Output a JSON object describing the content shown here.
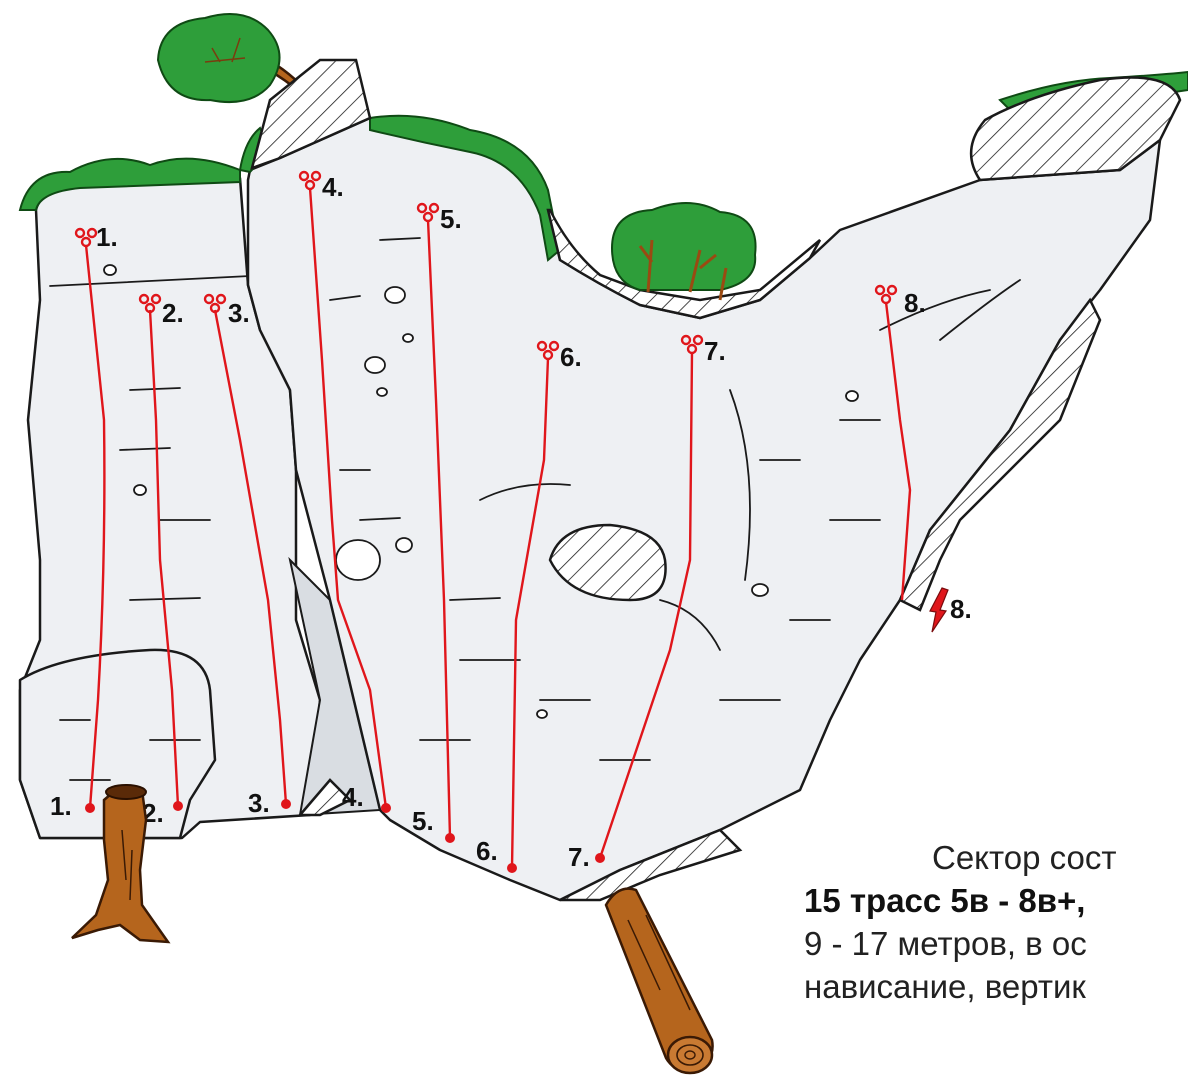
{
  "routes": [
    {
      "number": "1.",
      "top_label": "1.",
      "bottom_label": "1."
    },
    {
      "number": "2.",
      "top_label": "2.",
      "bottom_label": "2."
    },
    {
      "number": "3.",
      "top_label": "3.",
      "bottom_label": "3."
    },
    {
      "number": "4.",
      "top_label": "4.",
      "bottom_label": "4."
    },
    {
      "number": "5.",
      "top_label": "5.",
      "bottom_label": "5."
    },
    {
      "number": "6.",
      "top_label": "6.",
      "bottom_label": "6."
    },
    {
      "number": "7.",
      "top_label": "7.",
      "bottom_label": "7."
    },
    {
      "number": "8.",
      "top_label": "8.",
      "bottom_label": "8."
    }
  ],
  "caption": {
    "line1": "Сектор сост",
    "line2": "15 трасс 5в - 8в+,",
    "line3": "9 - 17 метров, в ос",
    "line4": "нависание, вертик"
  },
  "colors": {
    "route": "#e0161b",
    "rock": "#eef0f3",
    "vegetation": "#2e9e3a",
    "wood": "#b5651d"
  }
}
